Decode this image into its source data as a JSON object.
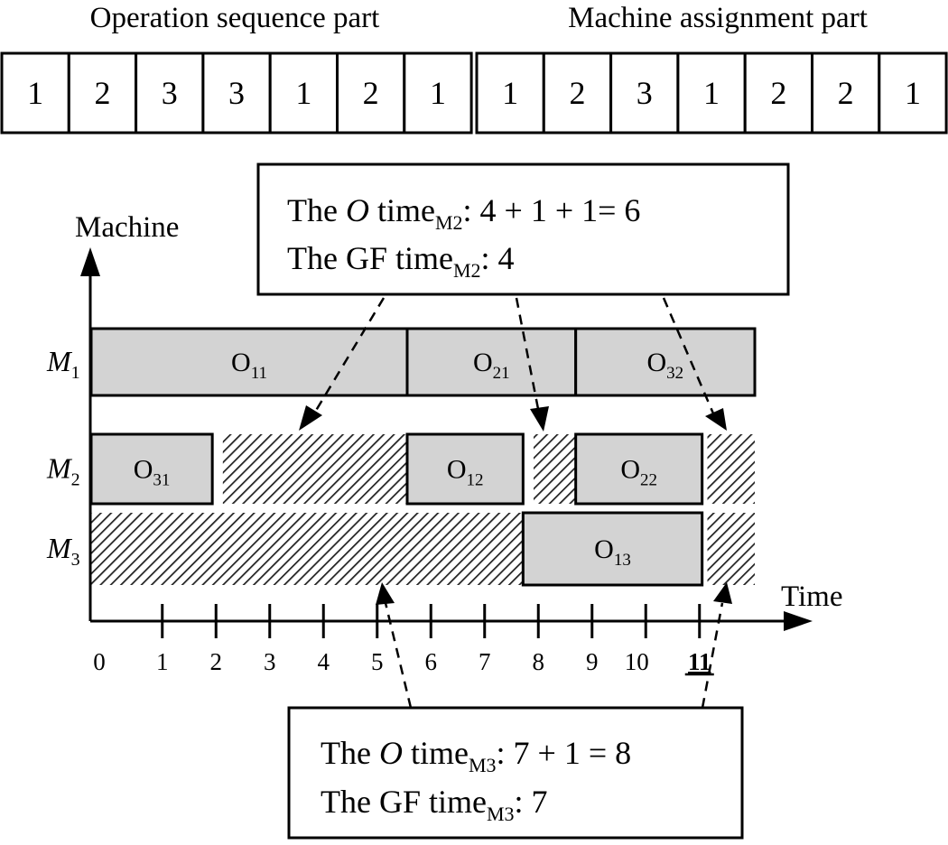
{
  "headers": {
    "operation_sequence": "Operation sequence part",
    "machine_assignment": "Machine assignment part"
  },
  "chromosome": {
    "operation_sequence": [
      "1",
      "2",
      "3",
      "3",
      "1",
      "2",
      "1"
    ],
    "machine_assignment": [
      "1",
      "2",
      "3",
      "1",
      "2",
      "2",
      "1"
    ]
  },
  "gantt": {
    "y_axis_label": "Machine",
    "x_axis_label": "Time",
    "machines": [
      {
        "id": "m1",
        "name": "M",
        "sub": "1"
      },
      {
        "id": "m2",
        "name": "M",
        "sub": "2"
      },
      {
        "id": "m3",
        "name": "M",
        "sub": "3"
      }
    ],
    "ticks": [
      {
        "value": 0,
        "label": "0",
        "emphasis": false
      },
      {
        "value": 1,
        "label": "1",
        "emphasis": false
      },
      {
        "value": 2,
        "label": "2",
        "emphasis": false
      },
      {
        "value": 3,
        "label": "3",
        "emphasis": false
      },
      {
        "value": 4,
        "label": "4",
        "emphasis": false
      },
      {
        "value": 5,
        "label": "5",
        "emphasis": false
      },
      {
        "value": 6,
        "label": "6",
        "emphasis": false
      },
      {
        "value": 7,
        "label": "7",
        "emphasis": false
      },
      {
        "value": 8,
        "label": "8",
        "emphasis": false
      },
      {
        "value": 9,
        "label": "9",
        "emphasis": false
      },
      {
        "value": 10,
        "label": "10",
        "emphasis": false
      },
      {
        "value": 11,
        "label": "11",
        "emphasis": true
      }
    ],
    "operations": [
      {
        "machine": 0,
        "start": 0,
        "end": 6,
        "label": "O",
        "sub": "11"
      },
      {
        "machine": 0,
        "start": 6,
        "end": 9.2,
        "label": "O",
        "sub": "21"
      },
      {
        "machine": 0,
        "start": 9.2,
        "end": 12.6,
        "label": "O",
        "sub": "32"
      },
      {
        "machine": 1,
        "start": 0,
        "end": 2.3,
        "label": "O",
        "sub": "31"
      },
      {
        "machine": 1,
        "start": 6,
        "end": 8.2,
        "label": "O",
        "sub": "12"
      },
      {
        "machine": 1,
        "start": 9.2,
        "end": 11.6,
        "label": "O",
        "sub": "22"
      },
      {
        "machine": 2,
        "start": 8.2,
        "end": 11.6,
        "label": "O",
        "sub": "13"
      }
    ],
    "idle": [
      {
        "machine": 1,
        "start": 2.5,
        "end": 6
      },
      {
        "machine": 1,
        "start": 8.4,
        "end": 9.2
      },
      {
        "machine": 1,
        "start": 11.7,
        "end": 12.6
      },
      {
        "machine": 2,
        "start": 0,
        "end": 8.2
      },
      {
        "machine": 2,
        "start": 11.7,
        "end": 12.6
      }
    ]
  },
  "callouts": [
    {
      "id": "m2",
      "line1": {
        "pre": "The ",
        "italic": "O",
        "mid": " time",
        "sub": "M2",
        "post": ": 4 + 1 + 1= 6"
      },
      "line2": {
        "pre": "The GF time",
        "sub": "M2",
        "post": ": 4"
      }
    },
    {
      "id": "m3",
      "line1": {
        "pre": "The ",
        "italic": "O",
        "mid": " time",
        "sub": "M3",
        "post": ": 7 + 1 = 8"
      },
      "line2": {
        "pre": "The GF time",
        "sub": "M3",
        "post": ": 7"
      }
    }
  ],
  "colors": {
    "block_fill": "#d3d3d3",
    "stroke": "#000000",
    "hatch": "#222222"
  }
}
